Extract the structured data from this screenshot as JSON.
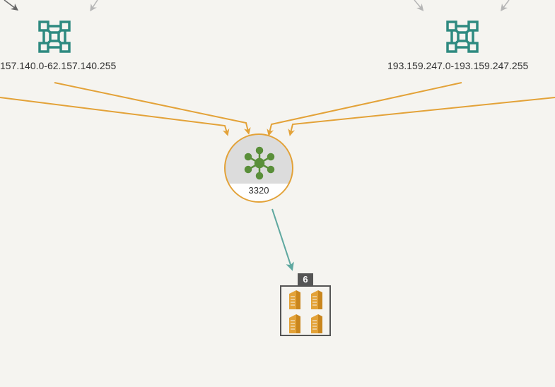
{
  "graph": {
    "ip_range_left": {
      "label": "157.140.0-62.157.140.255",
      "icon": "network-topology-icon"
    },
    "ip_range_right": {
      "label": "193.159.247.0-193.159.247.255",
      "icon": "network-topology-icon"
    },
    "hub": {
      "count": "3320",
      "icon": "hub-network-icon"
    },
    "entity_group": {
      "count": "6",
      "icon": "building-icon"
    }
  },
  "colors": {
    "edge_incoming": "#e3a238",
    "edge_outgoing": "#5fa8a0",
    "edge_faded": "#b5b5b5",
    "edge_dark": "#666666",
    "network_icon": "#2e8a80",
    "hub_icon": "#5a8f3a",
    "building": "#e3a238"
  }
}
